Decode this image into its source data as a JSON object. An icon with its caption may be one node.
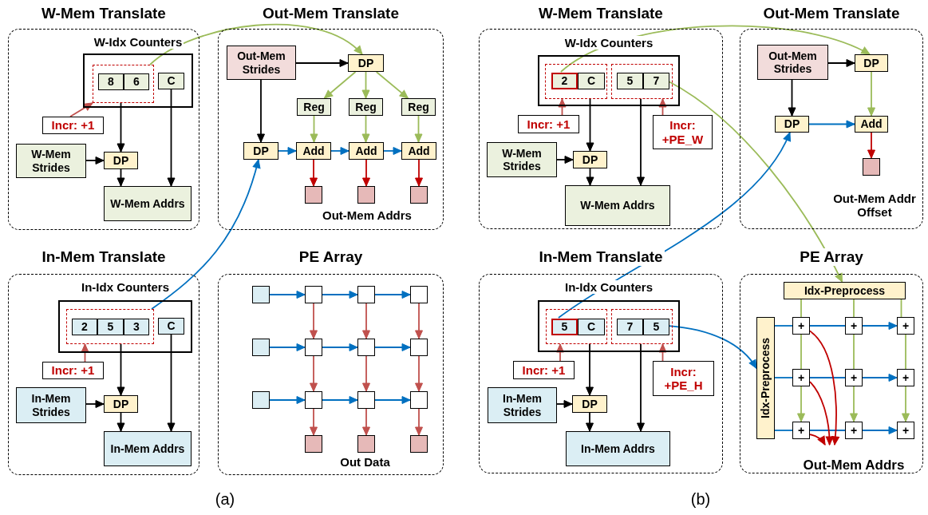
{
  "diagram": {
    "nodes": [
      {
        "text": [
          "W-Mem Translate"
        ]
      },
      {
        "text": [
          "W-Idx Counters"
        ],
        "in": 0
      },
      {
        "text": [],
        "shape": "box",
        "in": 1
      },
      {
        "text": [
          "8"
        ],
        "in": 2
      },
      {
        "text": [
          "6"
        ],
        "in": 2
      },
      {
        "text": [
          "C"
        ],
        "in": 1
      },
      {
        "text": [
          "Incr: +1"
        ],
        "in": 0
      },
      {
        "text": [
          "W-Mem Strides"
        ],
        "in": 0
      },
      {
        "text": [
          "DP"
        ],
        "in": 0
      },
      {
        "text": [
          "W-Mem Addrs"
        ],
        "in": 0
      },
      {
        "text": [
          "Out-Mem Translate"
        ]
      },
      {
        "text": [
          "Out-Mem Strides"
        ],
        "in": 10
      },
      {
        "text": [
          "DP"
        ],
        "in": 10
      },
      {
        "text": [
          "Reg"
        ],
        "in": 10
      },
      {
        "text": [
          "Reg"
        ],
        "in": 10
      },
      {
        "text": [
          "Reg"
        ],
        "in": 10
      },
      {
        "text": [
          "DP"
        ],
        "in": 10
      },
      {
        "text": [
          "Add"
        ],
        "in": 10
      },
      {
        "text": [
          "Add"
        ],
        "in": 10
      },
      {
        "text": [
          "Add"
        ],
        "in": 10
      },
      {
        "text": [],
        "shape": "box",
        "in": 10
      },
      {
        "text": [],
        "shape": "box",
        "in": 10
      },
      {
        "text": [],
        "shape": "box",
        "in": 10
      },
      {
        "text": [
          "In-Mem Translate"
        ]
      },
      {
        "text": [
          "In-Idx Counters"
        ],
        "in": 23
      },
      {
        "text": [],
        "shape": "box",
        "in": 24
      },
      {
        "text": [
          "2"
        ],
        "in": 25
      },
      {
        "text": [
          "5"
        ],
        "in": 25
      },
      {
        "text": [
          "3"
        ],
        "in": 25
      },
      {
        "text": [
          "C"
        ],
        "in": 24
      },
      {
        "text": [
          "Incr: +1"
        ],
        "in": 23
      },
      {
        "text": [
          "In-Mem Strides"
        ],
        "in": 23
      },
      {
        "text": [
          "DP"
        ],
        "in": 23
      },
      {
        "text": [
          "In-Mem Addrs"
        ],
        "in": 23
      },
      {
        "text": [
          "PE Array"
        ]
      },
      {
        "text": [],
        "shape": "box",
        "in": 34
      },
      {
        "text": [],
        "shape": "box",
        "in": 34
      },
      {
        "text": [],
        "shape": "box",
        "in": 34
      },
      {
        "text": [],
        "shape": "box",
        "in": 34
      },
      {
        "text": [],
        "shape": "box",
        "in": 34
      },
      {
        "text": [],
        "shape": "box",
        "in": 34
      },
      {
        "text": [],
        "shape": "box",
        "in": 34
      },
      {
        "text": [],
        "shape": "box",
        "in": 34
      },
      {
        "text": [],
        "shape": "box",
        "in": 34
      },
      {
        "text": [],
        "shape": "box",
        "in": 34
      },
      {
        "text": [],
        "shape": "box",
        "in": 34
      },
      {
        "text": [],
        "shape": "box",
        "in": 34
      },
      {
        "text": [],
        "shape": "box",
        "in": 34
      },
      {
        "text": [],
        "shape": "box",
        "in": 34
      },
      {
        "text": [],
        "shape": "box",
        "in": 34
      },
      {
        "text": [
          "W-Mem Translate"
        ]
      },
      {
        "text": [
          "W-Idx Counters"
        ],
        "in": 50
      },
      {
        "text": [],
        "shape": "box",
        "in": 51
      },
      {
        "text": [
          "2"
        ],
        "in": 52
      },
      {
        "text": [
          "C"
        ],
        "in": 52
      },
      {
        "text": [],
        "shape": "box",
        "in": 51
      },
      {
        "text": [
          "5"
        ],
        "in": 55
      },
      {
        "text": [
          "7"
        ],
        "in": 55
      },
      {
        "text": [
          "Incr: +1"
        ],
        "in": 50
      },
      {
        "text": [
          "Incr: +PE_W"
        ],
        "in": 50
      },
      {
        "text": [
          "W-Mem Strides"
        ],
        "in": 50
      },
      {
        "text": [
          "DP"
        ],
        "in": 50
      },
      {
        "text": [
          "W-Mem Addrs"
        ],
        "in": 50
      },
      {
        "text": [
          "Out-Mem Translate"
        ]
      },
      {
        "text": [
          "Out-Mem Strides"
        ],
        "in": 63
      },
      {
        "text": [
          "DP"
        ],
        "in": 63
      },
      {
        "text": [
          "DP"
        ],
        "in": 63
      },
      {
        "text": [
          "Add"
        ],
        "in": 63
      },
      {
        "text": [],
        "shape": "box",
        "in": 63
      },
      {
        "text": [
          "In-Mem Translate"
        ]
      },
      {
        "text": [
          "In-Idx Counters"
        ],
        "in": 69
      },
      {
        "text": [],
        "shape": "box",
        "in": 70
      },
      {
        "text": [
          "5"
        ],
        "in": 71
      },
      {
        "text": [
          "C"
        ],
        "in": 71
      },
      {
        "text": [],
        "shape": "box",
        "in": 70
      },
      {
        "text": [
          "7"
        ],
        "in": 74
      },
      {
        "text": [
          "5"
        ],
        "in": 74
      },
      {
        "text": [
          "Incr: +1"
        ],
        "in": 69
      },
      {
        "text": [
          "Incr: +PE_H"
        ],
        "in": 69
      },
      {
        "text": [
          "In-Mem Strides"
        ],
        "in": 69
      },
      {
        "text": [
          "DP"
        ],
        "in": 69
      },
      {
        "text": [
          "In-Mem Addrs"
        ],
        "in": 69
      },
      {
        "text": [
          "PE Array"
        ]
      },
      {
        "text": [
          "Idx-Preprocess"
        ],
        "in": 82
      },
      {
        "text": [
          "Idx-Preprocess"
        ],
        "in": 82
      },
      {
        "text": [
          "+"
        ],
        "in": 82
      },
      {
        "text": [
          "+"
        ],
        "in": 82
      },
      {
        "text": [
          "+"
        ],
        "in": 82
      },
      {
        "text": [
          "+"
        ],
        "in": 82
      },
      {
        "text": [
          "+"
        ],
        "in": 82
      },
      {
        "text": [
          "+"
        ],
        "in": 82
      },
      {
        "text": [
          "+"
        ],
        "in": 82
      },
      {
        "text": [
          "+"
        ],
        "in": 82
      },
      {
        "text": [
          "+"
        ],
        "in": 82
      },
      {
        "text": [
          "Out-Mem Addrs"
        ],
        "in": 82
      }
    ],
    "edges": [
      {
        "from": 2,
        "to": 12,
        "arrow": "to",
        "color": "#9bbb59"
      },
      {
        "from": 6,
        "to": 2,
        "arrow": "to",
        "color": "#c0504d"
      },
      {
        "from": 2,
        "to": 8,
        "arrow": "to",
        "color": "#000000"
      },
      {
        "from": 7,
        "to": 8,
        "arrow": "to",
        "color": "#000000"
      },
      {
        "from": 8,
        "to": 9,
        "arrow": "to",
        "color": "#000000"
      },
      {
        "from": 5,
        "to": 9,
        "arrow": "to",
        "color": "#000000"
      },
      {
        "from": 11,
        "to": 12,
        "arrow": "to",
        "color": "#000000"
      },
      {
        "from": 11,
        "to": 16,
        "arrow": "to",
        "color": "#000000"
      },
      {
        "from": 12,
        "to": 13,
        "arrow": "to",
        "color": "#9bbb59"
      },
      {
        "from": 12,
        "to": 14,
        "arrow": "to",
        "color": "#9bbb59"
      },
      {
        "from": 12,
        "to": 15,
        "arrow": "to",
        "color": "#9bbb59"
      },
      {
        "from": 13,
        "to": 17,
        "arrow": "to",
        "color": "#9bbb59"
      },
      {
        "from": 14,
        "to": 18,
        "arrow": "to",
        "color": "#9bbb59"
      },
      {
        "from": 15,
        "to": 19,
        "arrow": "to",
        "color": "#9bbb59"
      },
      {
        "from": 16,
        "to": 17,
        "arrow": "to",
        "color": "#0070c0"
      },
      {
        "from": 17,
        "to": 18,
        "arrow": "to",
        "color": "#0070c0"
      },
      {
        "from": 18,
        "to": 19,
        "arrow": "to",
        "color": "#0070c0"
      },
      {
        "from": 17,
        "to": 20,
        "arrow": "to",
        "color": "#c00000"
      },
      {
        "from": 18,
        "to": 21,
        "arrow": "to",
        "color": "#c00000"
      },
      {
        "from": 19,
        "to": 22,
        "arrow": "to",
        "color": "#c00000"
      },
      {
        "from": 25,
        "to": 16,
        "arrow": "to",
        "color": "#0070c0"
      },
      {
        "from": 30,
        "to": 25,
        "arrow": "to",
        "color": "#c0504d"
      },
      {
        "from": 25,
        "to": 32,
        "arrow": "to",
        "color": "#000000"
      },
      {
        "from": 31,
        "to": 32,
        "arrow": "to",
        "color": "#000000"
      },
      {
        "from": 32,
        "to": 33,
        "arrow": "to",
        "color": "#000000"
      },
      {
        "from": 29,
        "to": 33,
        "arrow": "to",
        "color": "#000000"
      },
      {
        "from": 35,
        "to": 38,
        "arrow": "to",
        "color": "#0070c0"
      },
      {
        "from": 38,
        "to": 39,
        "arrow": "to",
        "color": "#0070c0"
      },
      {
        "from": 39,
        "to": 40,
        "arrow": "to",
        "color": "#0070c0"
      },
      {
        "from": 36,
        "to": 41,
        "arrow": "to",
        "color": "#0070c0"
      },
      {
        "from": 41,
        "to": 42,
        "arrow": "to",
        "color": "#0070c0"
      },
      {
        "from": 42,
        "to": 43,
        "arrow": "to",
        "color": "#0070c0"
      },
      {
        "from": 37,
        "to": 44,
        "arrow": "to",
        "color": "#0070c0"
      },
      {
        "from": 44,
        "to": 45,
        "arrow": "to",
        "color": "#0070c0"
      },
      {
        "from": 45,
        "to": 46,
        "arrow": "to",
        "color": "#0070c0"
      },
      {
        "from": 38,
        "to": 41,
        "arrow": "to",
        "color": "#c0504d"
      },
      {
        "from": 39,
        "to": 42,
        "arrow": "to",
        "color": "#c0504d"
      },
      {
        "from": 40,
        "to": 43,
        "arrow": "to",
        "color": "#c0504d"
      },
      {
        "from": 41,
        "to": 44,
        "arrow": "to",
        "color": "#c0504d"
      },
      {
        "from": 42,
        "to": 45,
        "arrow": "to",
        "color": "#c0504d"
      },
      {
        "from": 43,
        "to": 46,
        "arrow": "to",
        "color": "#c0504d"
      },
      {
        "from": 44,
        "to": 47,
        "arrow": "to",
        "color": "#c0504d"
      },
      {
        "from": 45,
        "to": 48,
        "arrow": "to",
        "color": "#c0504d"
      },
      {
        "from": 46,
        "to": 49,
        "arrow": "to",
        "color": "#c0504d"
      },
      {
        "from": 53,
        "to": 65,
        "arrow": "to",
        "color": "#9bbb59"
      },
      {
        "from": 57,
        "to": 83,
        "arrow": "to",
        "color": "#9bbb59"
      },
      {
        "from": 58,
        "to": 52,
        "arrow": "to",
        "color": "#c0504d"
      },
      {
        "from": 59,
        "to": 55,
        "arrow": "to",
        "color": "#c0504d"
      },
      {
        "from": 52,
        "to": 61,
        "arrow": "to",
        "color": "#000000"
      },
      {
        "from": 60,
        "to": 61,
        "arrow": "to",
        "color": "#000000"
      },
      {
        "from": 61,
        "to": 62,
        "arrow": "to",
        "color": "#000000"
      },
      {
        "from": 55,
        "to": 62,
        "arrow": "to",
        "color": "#000000"
      },
      {
        "from": 64,
        "to": 65,
        "arrow": "to",
        "color": "#000000"
      },
      {
        "from": 64,
        "to": 66,
        "arrow": "to",
        "color": "#000000"
      },
      {
        "from": 65,
        "to": 67,
        "arrow": "to",
        "color": "#9bbb59"
      },
      {
        "from": 66,
        "to": 67,
        "arrow": "to",
        "color": "#0070c0"
      },
      {
        "from": 67,
        "to": 68,
        "arrow": "to",
        "color": "#c00000"
      },
      {
        "from": 72,
        "to": 66,
        "arrow": "to",
        "color": "#0070c0"
      },
      {
        "from": 76,
        "to": 84,
        "arrow": "to",
        "color": "#0070c0"
      },
      {
        "from": 77,
        "to": 71,
        "arrow": "to",
        "color": "#c0504d"
      },
      {
        "from": 78,
        "to": 74,
        "arrow": "to",
        "color": "#c0504d"
      },
      {
        "from": 71,
        "to": 80,
        "arrow": "to",
        "color": "#000000"
      },
      {
        "from": 79,
        "to": 80,
        "arrow": "to",
        "color": "#000000"
      },
      {
        "from": 80,
        "to": 81,
        "arrow": "to",
        "color": "#000000"
      },
      {
        "from": 74,
        "to": 81,
        "arrow": "to",
        "color": "#000000"
      },
      {
        "from": 83,
        "to": 85,
        "arrow": "none",
        "color": "#9bbb59"
      },
      {
        "from": 85,
        "to": 88,
        "arrow": "none",
        "color": "#9bbb59"
      },
      {
        "from": 88,
        "to": 91,
        "arrow": "to",
        "color": "#9bbb59"
      },
      {
        "from": 83,
        "to": 86,
        "arrow": "none",
        "color": "#9bbb59"
      },
      {
        "from": 86,
        "to": 89,
        "arrow": "none",
        "color": "#9bbb59"
      },
      {
        "from": 89,
        "to": 92,
        "arrow": "to",
        "color": "#9bbb59"
      },
      {
        "from": 83,
        "to": 87,
        "arrow": "none",
        "color": "#9bbb59"
      },
      {
        "from": 87,
        "to": 90,
        "arrow": "none",
        "color": "#9bbb59"
      },
      {
        "from": 90,
        "to": 93,
        "arrow": "to",
        "color": "#9bbb59"
      },
      {
        "from": 84,
        "to": 85,
        "arrow": "none",
        "color": "#0070c0"
      },
      {
        "from": 85,
        "to": 86,
        "arrow": "none",
        "color": "#0070c0"
      },
      {
        "from": 86,
        "to": 87,
        "arrow": "to",
        "color": "#0070c0"
      },
      {
        "from": 84,
        "to": 88,
        "arrow": "none",
        "color": "#0070c0"
      },
      {
        "from": 88,
        "to": 89,
        "arrow": "none",
        "color": "#0070c0"
      },
      {
        "from": 89,
        "to": 90,
        "arrow": "to",
        "color": "#0070c0"
      },
      {
        "from": 84,
        "to": 91,
        "arrow": "none",
        "color": "#0070c0"
      },
      {
        "from": 91,
        "to": 92,
        "arrow": "none",
        "color": "#0070c0"
      },
      {
        "from": 92,
        "to": 93,
        "arrow": "to",
        "color": "#0070c0"
      },
      {
        "from": 85,
        "to": 94,
        "arrow": "to",
        "color": "#c00000"
      },
      {
        "from": 88,
        "to": 94,
        "arrow": "to",
        "color": "#c00000"
      },
      {
        "from": 91,
        "to": 94,
        "arrow": "to",
        "color": "#c00000"
      }
    ],
    "labels": [
      "Out-Mem Addrs",
      "Out Data",
      "(a)",
      "Out-Mem Addr Offset",
      "(b)"
    ]
  }
}
